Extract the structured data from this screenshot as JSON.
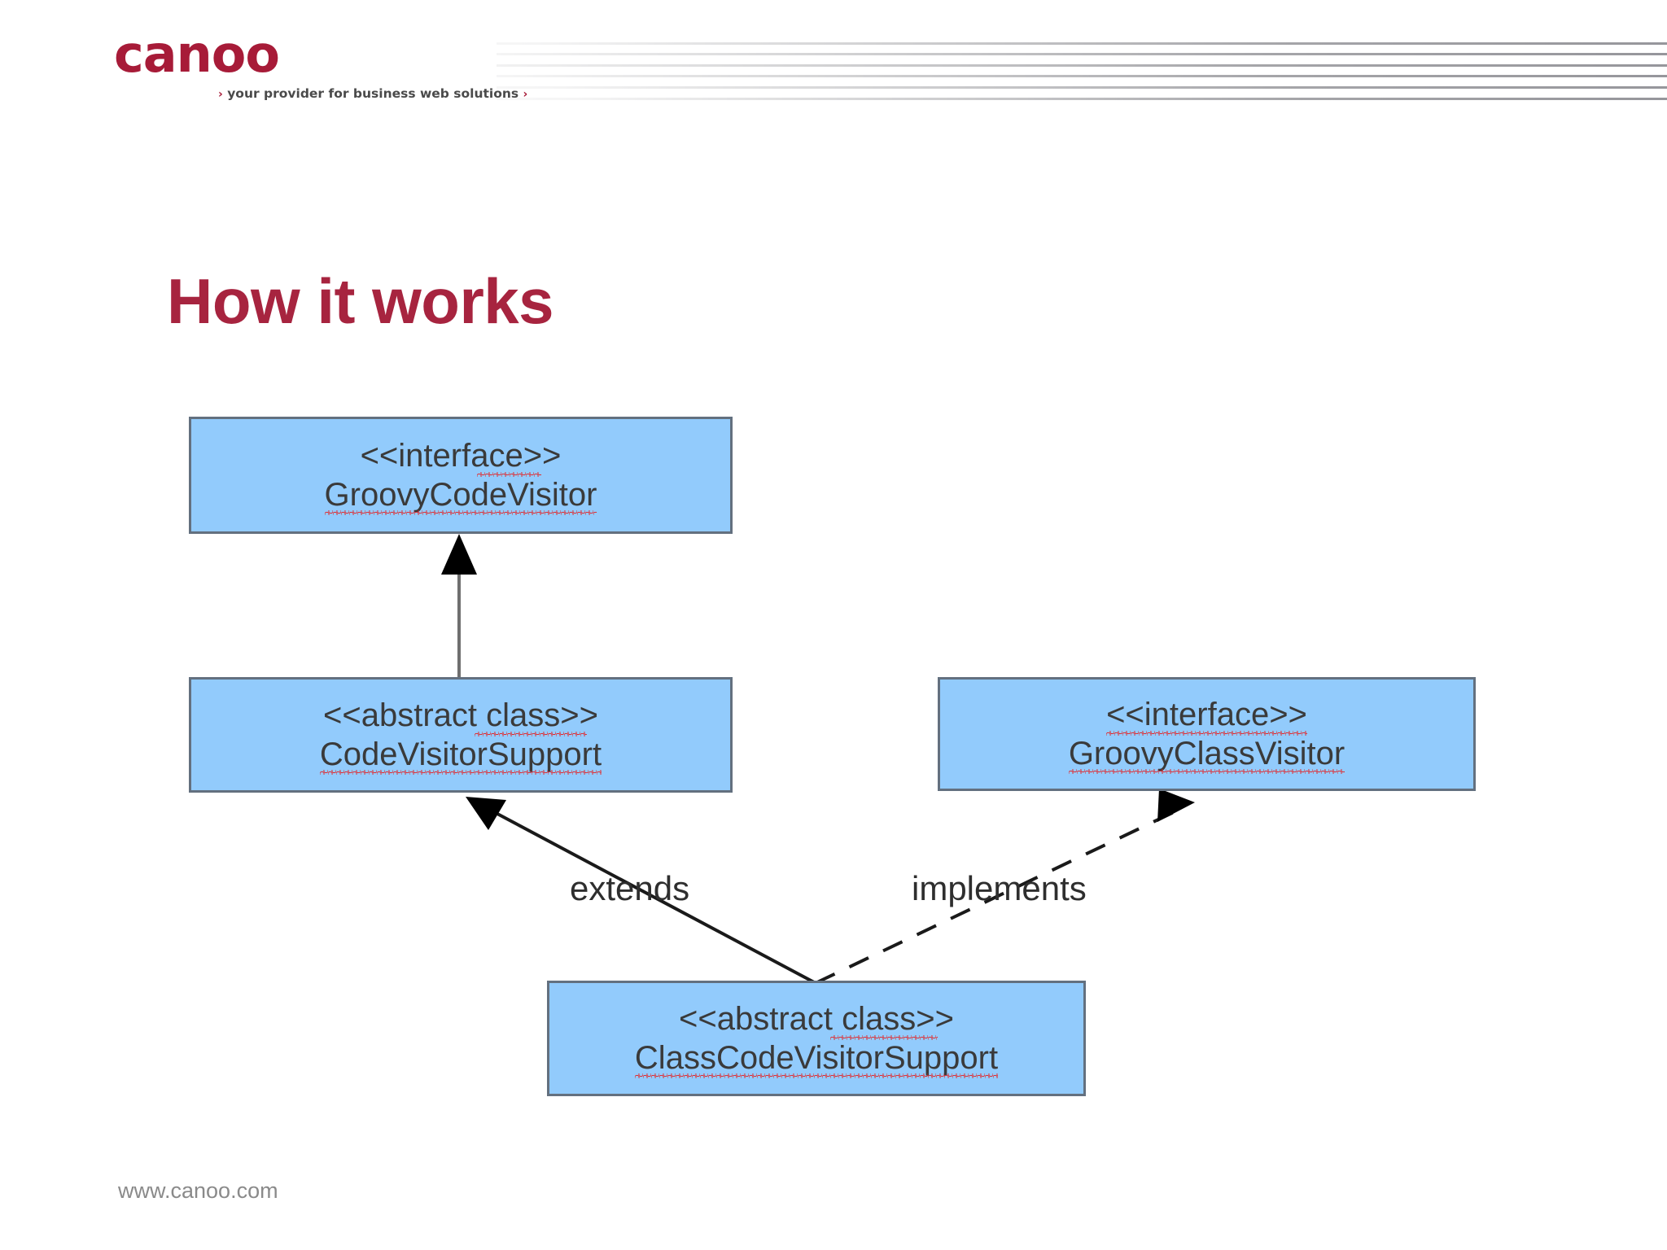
{
  "brand": {
    "logo_word": "canoo",
    "logo_tagline": "your provider for business web solutions",
    "chevron": "›",
    "brand_color": "#A71B38"
  },
  "slide": {
    "title": "How it works",
    "title_color": "#A7243F",
    "footer_url": "www.canoo.com",
    "background": "#FFFFFF"
  },
  "diagram": {
    "type": "uml-class-diagram",
    "node_fill": "#92CBFC",
    "node_border": "#63707F",
    "spellcheck_underline_color": "#E81C1C",
    "nodes": [
      {
        "id": "groovy-code-visitor",
        "stereotype": "<<interface>>",
        "name": "GroovyCodeVisitor"
      },
      {
        "id": "code-visitor-support",
        "stereotype": "<<abstract class>>",
        "name": "CodeVisitorSupport"
      },
      {
        "id": "groovy-class-visitor",
        "stereotype": "<<interface>>",
        "name": "GroovyClassVisitor"
      },
      {
        "id": "class-code-visitor-support",
        "stereotype": "<<abstract class>>",
        "name": "ClassCodeVisitorSupport"
      }
    ],
    "edges": [
      {
        "id": "edge-inherit",
        "from": "code-visitor-support",
        "to": "groovy-code-visitor",
        "style": "solid",
        "label": ""
      },
      {
        "id": "edge-extends",
        "from": "class-code-visitor-support",
        "to": "code-visitor-support",
        "style": "solid",
        "label": "extends"
      },
      {
        "id": "edge-implements",
        "from": "class-code-visitor-support",
        "to": "groovy-class-visitor",
        "style": "dashed",
        "label": "implements"
      }
    ]
  }
}
